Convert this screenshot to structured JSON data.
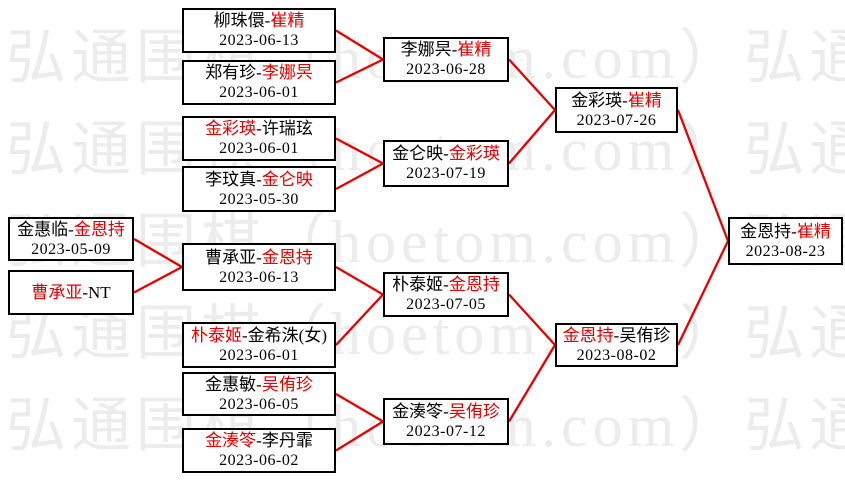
{
  "colors": {
    "accent_red": "#e60000",
    "box_border": "#000000",
    "text": "#000000",
    "watermark": "#ececec",
    "background": "#ffffff"
  },
  "watermark": {
    "unit": "弘通围棋（hoetom.com）",
    "rows": 5,
    "repeats": 2
  },
  "separator": "-",
  "matches": [
    {
      "id": "c1_1",
      "p1": "金惠临",
      "p2": "金恩持",
      "winner": "p2",
      "date": "2023-05-09"
    },
    {
      "id": "c1_2",
      "p1": "曹承亚",
      "p2": "NT",
      "winner": "p1",
      "date": ""
    },
    {
      "id": "m_a",
      "p1": "柳珠儇",
      "p2": "崔精",
      "winner": "p2",
      "date": "2023-06-13"
    },
    {
      "id": "m_b",
      "p1": "郑有珍",
      "p2": "李娜昗",
      "winner": "p2",
      "date": "2023-06-01"
    },
    {
      "id": "m_c",
      "p1": "金彩瑛",
      "p2": "许瑞玹",
      "winner": "p1",
      "date": "2023-06-01"
    },
    {
      "id": "m_d",
      "p1": "李玟真",
      "p2": "金仑映",
      "winner": "p2",
      "date": "2023-05-30"
    },
    {
      "id": "m_e",
      "p1": "曹承亚",
      "p2": "金恩持",
      "winner": "p2",
      "date": "2023-06-13"
    },
    {
      "id": "m_f",
      "p1": "朴泰姬",
      "p2": "金希洙(女)",
      "winner": "p1",
      "date": "2023-06-01"
    },
    {
      "id": "m_g",
      "p1": "金惠敏",
      "p2": "吴侑珍",
      "winner": "p2",
      "date": "2023-06-05"
    },
    {
      "id": "m_h",
      "p1": "金湊笭",
      "p2": "李丹霏",
      "winner": "p1",
      "date": "2023-06-02"
    },
    {
      "id": "r2_1",
      "p1": "李娜昗",
      "p2": "崔精",
      "winner": "p2",
      "date": "2023-06-28"
    },
    {
      "id": "r2_2",
      "p1": "金仑映",
      "p2": "金彩瑛",
      "winner": "p2",
      "date": "2023-07-19"
    },
    {
      "id": "r2_3",
      "p1": "朴泰姬",
      "p2": "金恩持",
      "winner": "p2",
      "date": "2023-07-05"
    },
    {
      "id": "r2_4",
      "p1": "金湊笭",
      "p2": "吴侑珍",
      "winner": "p2",
      "date": "2023-07-12"
    },
    {
      "id": "sf1",
      "p1": "金彩瑛",
      "p2": "崔精",
      "winner": "p2",
      "date": "2023-07-26"
    },
    {
      "id": "sf2",
      "p1": "金恩持",
      "p2": "吴侑珍",
      "winner": "p1",
      "date": "2023-08-02"
    },
    {
      "id": "f",
      "p1": "金恩持",
      "p2": "崔精",
      "winner": "p2",
      "date": "2023-08-23"
    }
  ],
  "connections": [
    {
      "from": [
        "m_a",
        "m_b"
      ],
      "to": "r2_1"
    },
    {
      "from": [
        "m_c",
        "m_d"
      ],
      "to": "r2_2"
    },
    {
      "from": [
        "c1_1",
        "c1_2"
      ],
      "to": "m_e"
    },
    {
      "from": [
        "m_e",
        "m_f"
      ],
      "to": "r2_3"
    },
    {
      "from": [
        "m_g",
        "m_h"
      ],
      "to": "r2_4"
    },
    {
      "from": [
        "r2_1",
        "r2_2"
      ],
      "to": "sf1"
    },
    {
      "from": [
        "r2_3",
        "r2_4"
      ],
      "to": "sf2"
    },
    {
      "from": [
        "sf1",
        "sf2"
      ],
      "to": "f"
    }
  ]
}
